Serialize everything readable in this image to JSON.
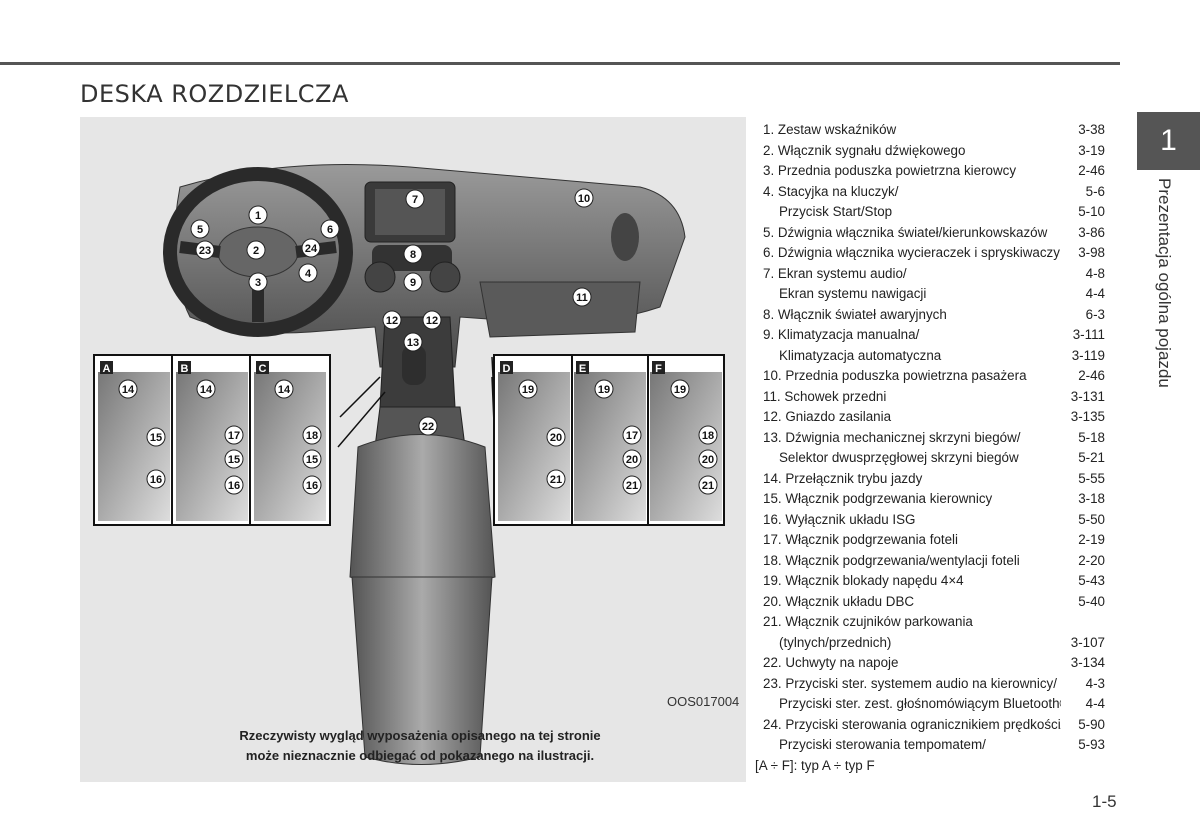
{
  "header": {
    "title": "DESKA ROZDZIELCZA"
  },
  "chapter": {
    "number": "1",
    "title": "Prezentacja ogólna pojazdu"
  },
  "figure": {
    "code": "OOS017004",
    "note_line1": "Rzeczywisty wygląd wyposażenia opisanego na tej stronie",
    "note_line2": "może nieznacznie odbiegać od pokazanego na ilustracji.",
    "main_callouts": [
      "1",
      "2",
      "3",
      "4",
      "5",
      "6",
      "7",
      "8",
      "9",
      "10",
      "11",
      "12",
      "12",
      "13",
      "22",
      "23",
      "24"
    ],
    "panel_letters": [
      "A",
      "B",
      "C",
      "D",
      "E",
      "F"
    ],
    "panel_A": [
      "14",
      "15",
      "16"
    ],
    "panel_B": [
      "14",
      "17",
      "15",
      "16"
    ],
    "panel_C": [
      "14",
      "18",
      "15",
      "16"
    ],
    "panel_D": [
      "19",
      "20",
      "21"
    ],
    "panel_E": [
      "19",
      "17",
      "20",
      "21"
    ],
    "panel_F": [
      "19",
      "18",
      "20",
      "21"
    ]
  },
  "legend": [
    {
      "text": "1. Zestaw wskaźników",
      "page": "3-38"
    },
    {
      "text": "2. Włącznik sygnału dźwiękowego",
      "page": "3-19"
    },
    {
      "text": "3. Przednia poduszka powietrzna kierowcy",
      "page": "2-46"
    },
    {
      "text": "4. Stacyjka na kluczyk/",
      "page": "5-6"
    },
    {
      "text": "Przycisk Start/Stop",
      "page": "5-10",
      "indent": true
    },
    {
      "text": "5. Dźwignia włącznika świateł/kierunkowskazów",
      "page": "3-86"
    },
    {
      "text": "6. Dźwignia włącznika wycieraczek i spryskiwaczy",
      "page": "3-98"
    },
    {
      "text": "7. Ekran systemu audio/",
      "page": "4-8"
    },
    {
      "text": "Ekran systemu nawigacji",
      "page": "4-4",
      "indent": true
    },
    {
      "text": "8. Włącznik świateł awaryjnych",
      "page": "6-3"
    },
    {
      "text": "9. Klimatyzacja manualna/",
      "page": "3-111"
    },
    {
      "text": "Klimatyzacja automatyczna",
      "page": "3-119",
      "indent": true
    },
    {
      "text": "10. Przednia poduszka powietrzna pasażera",
      "page": "2-46"
    },
    {
      "text": "11. Schowek przedni",
      "page": "3-131"
    },
    {
      "text": "12. Gniazdo zasilania",
      "page": "3-135"
    },
    {
      "text": "13. Dźwignia mechanicznej skrzyni biegów/",
      "page": "5-18"
    },
    {
      "text": "Selektor dwusprzęgłowej skrzyni biegów",
      "page": "5-21",
      "indent": true
    },
    {
      "text": "14. Przełącznik trybu jazdy",
      "page": "5-55"
    },
    {
      "text": "15. Włącznik podgrzewania kierownicy",
      "page": "3-18"
    },
    {
      "text": "16. Wyłącznik układu ISG",
      "page": "5-50"
    },
    {
      "text": "17. Włącznik podgrzewania foteli",
      "page": "2-19"
    },
    {
      "text": "18. Włącznik podgrzewania/wentylacji foteli",
      "page": "2-20"
    },
    {
      "text": "19. Włącznik blokady napędu 4×4",
      "page": "5-43"
    },
    {
      "text": "20. Włącznik układu DBC",
      "page": "5-40"
    },
    {
      "text": "21. Włącznik czujników parkowania",
      "page": ""
    },
    {
      "text": "(tylnych/przednich)",
      "page": "3-107",
      "indent": true
    },
    {
      "text": "22. Uchwyty na napoje",
      "page": "3-134"
    },
    {
      "text": "23. Przyciski ster. systemem audio na kierownicy/",
      "page": "4-3"
    },
    {
      "text": "Przyciski ster. zest. głośnomówiącym Bluetooth®",
      "page": "4-4",
      "indent": true
    },
    {
      "text": "24. Przyciski sterowania ogranicznikiem prędkości/",
      "page": "5-90"
    },
    {
      "text": "Przyciski sterowania tempomatem/",
      "page": "5-93",
      "indent": true
    }
  ],
  "legend_note": "[A ÷ F]: typ A ÷ typ F",
  "footer": {
    "page": "1-5"
  }
}
